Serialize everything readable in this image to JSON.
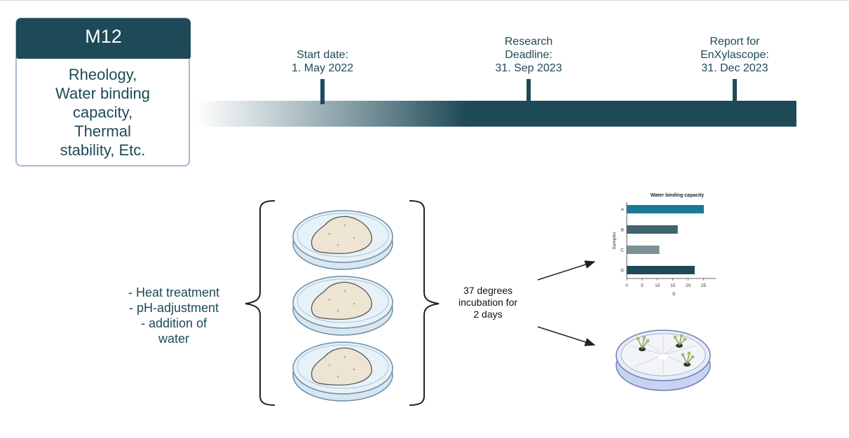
{
  "card": {
    "title": "M12",
    "body": "Rheology,\nWater binding\ncapacity,\nThermal\nstability, Etc."
  },
  "timeline": {
    "milestones": [
      {
        "label": "Start date:\n1. May 2022"
      },
      {
        "label": "Research\nDeadline:\n31. Sep 2023"
      },
      {
        "label": "Report for\nEnXylascope:\n31. Dec 2023"
      }
    ]
  },
  "process": {
    "treatments": "- Heat treatment\n- pH-adjustment\n- addition of\nwater",
    "incubation": "37 degrees\nincubation for\n2 days"
  },
  "colors": {
    "primary": "#1e4a57",
    "card_border": "#a9b9d4",
    "bar_a": "#1a7a96",
    "bar_b": "#3f6470",
    "bar_c": "#7c9096",
    "bar_d": "#1e4a57"
  },
  "chart_data": {
    "type": "bar",
    "orientation": "horizontal",
    "title": "Water binding capacity",
    "xlabel": "g",
    "ylabel": "Samples",
    "categories": [
      "A",
      "B",
      "C",
      "D"
    ],
    "values": [
      25,
      16.5,
      10.5,
      22
    ],
    "xlim": [
      0,
      29
    ],
    "xticks": [
      0,
      5,
      10,
      15,
      20,
      25
    ],
    "grid": false,
    "legend": "none"
  }
}
